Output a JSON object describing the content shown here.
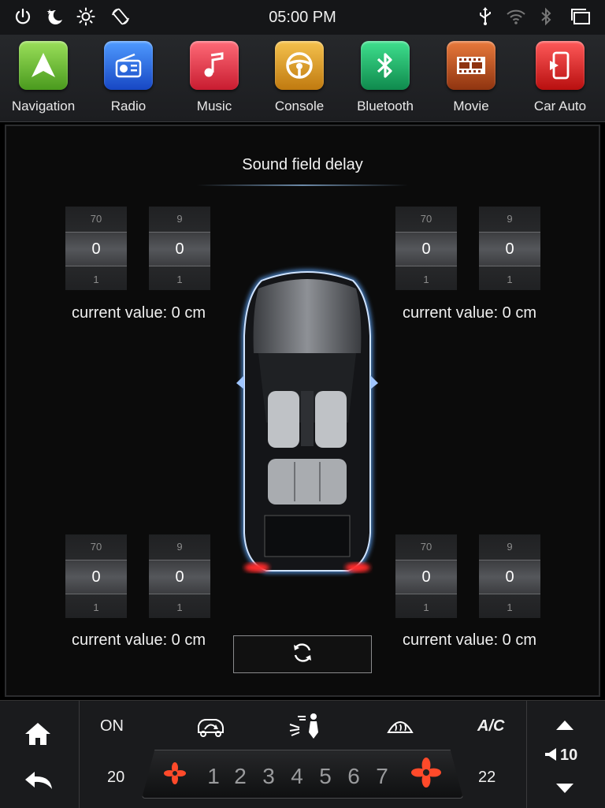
{
  "status_bar": {
    "time": "05:00 PM",
    "left_icons": [
      "power-icon",
      "night-mode-icon",
      "brightness-icon",
      "screen-rotate-icon"
    ],
    "right_icons": [
      "usb-icon",
      "wifi-icon",
      "bluetooth-icon",
      "multi-window-icon"
    ]
  },
  "apps": [
    {
      "label": "Navigation",
      "icon": "navigation-icon",
      "color": "#6fc23a"
    },
    {
      "label": "Radio",
      "icon": "radio-icon",
      "color": "#2a6fe0"
    },
    {
      "label": "Music",
      "icon": "music-icon",
      "color": "#e33b4a"
    },
    {
      "label": "Console",
      "icon": "steering-wheel-icon",
      "color": "#e0a22a"
    },
    {
      "label": "Bluetooth",
      "icon": "bluetooth-icon",
      "color": "#19b06a"
    },
    {
      "label": "Movie",
      "icon": "film-icon",
      "color": "#c2531f"
    },
    {
      "label": "Car Auto",
      "icon": "phone-link-icon",
      "color": "#e02a2a"
    }
  ],
  "sound_field": {
    "title": "Sound field delay",
    "pickers": {
      "fl_a": {
        "above": "70",
        "value": "0",
        "below": "1"
      },
      "fl_b": {
        "above": "9",
        "value": "0",
        "below": "1"
      },
      "fr_a": {
        "above": "70",
        "value": "0",
        "below": "1"
      },
      "fr_b": {
        "above": "9",
        "value": "0",
        "below": "1"
      },
      "rl_a": {
        "above": "70",
        "value": "0",
        "below": "1"
      },
      "rl_b": {
        "above": "9",
        "value": "0",
        "below": "1"
      },
      "rr_a": {
        "above": "70",
        "value": "0",
        "below": "1"
      },
      "rr_b": {
        "above": "9",
        "value": "0",
        "below": "1"
      }
    },
    "current_values": {
      "front_left": "current value: 0 cm",
      "front_right": "current value: 0 cm",
      "rear_left": "current value: 0 cm",
      "rear_right": "current value: 0 cm"
    },
    "reset_icon": "refresh-icon"
  },
  "climate": {
    "on_label": "ON",
    "ac_label": "A/C",
    "left_temp": "20",
    "right_temp": "22",
    "fan_levels": [
      "1",
      "2",
      "3",
      "4",
      "5",
      "6",
      "7"
    ],
    "volume": "10",
    "icons": [
      "home-icon",
      "back-icon",
      "recirculation-icon",
      "air-direction-icon",
      "defrost-icon",
      "volume-up-icon",
      "volume-down-icon",
      "speaker-icon"
    ]
  }
}
